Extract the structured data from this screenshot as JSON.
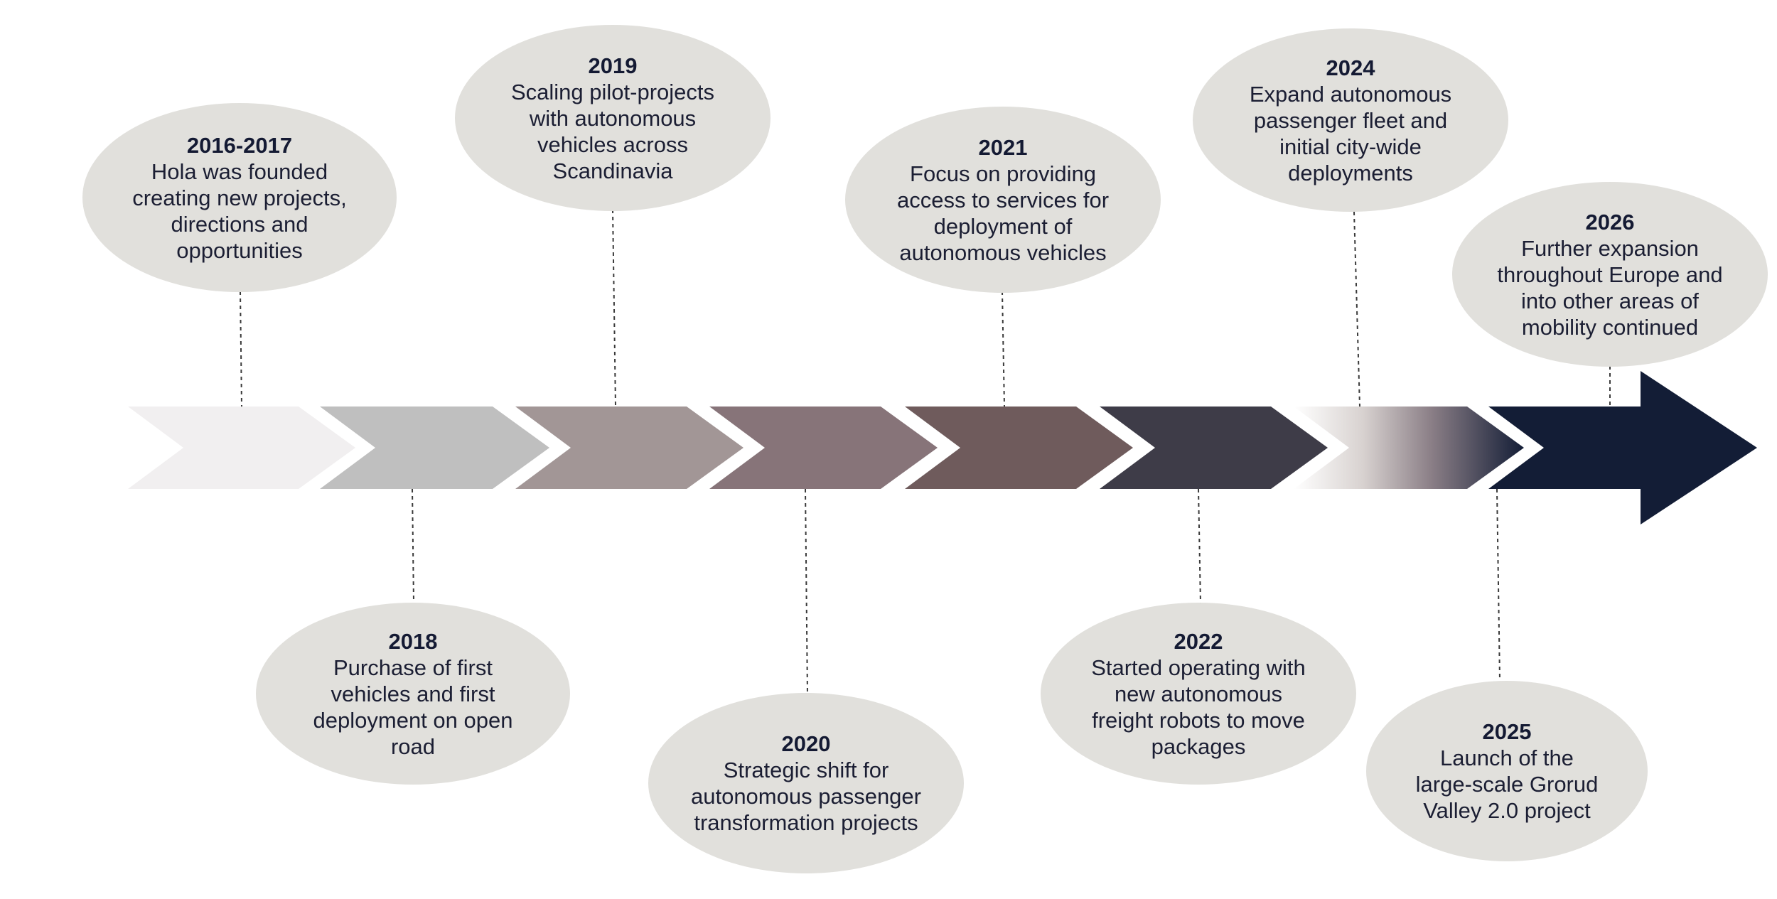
{
  "timeline": {
    "colors": {
      "bubble": "#e1e0dc",
      "text": "#1b1e33",
      "chevrons": [
        "#f1eff0",
        "#bfbfbf",
        "#a29696",
        "#877479",
        "#6f5b5c",
        "#3e3c48",
        "#d8d2d0",
        "#131d36"
      ]
    },
    "milestones": [
      {
        "id": "m2016",
        "year": "2016-2017",
        "lines": [
          "Hola was founded",
          "creating new projects,",
          "directions and",
          "opportunities"
        ]
      },
      {
        "id": "m2018",
        "year": "2018",
        "lines": [
          "Purchase of first",
          "vehicles and first",
          "deployment on open",
          "road"
        ]
      },
      {
        "id": "m2019",
        "year": "2019",
        "lines": [
          "Scaling pilot-projects",
          "with autonomous",
          "vehicles across",
          "Scandinavia"
        ]
      },
      {
        "id": "m2020",
        "year": "2020",
        "lines": [
          "Strategic shift for",
          "autonomous passenger",
          "transformation projects"
        ]
      },
      {
        "id": "m2021",
        "year": "2021",
        "lines": [
          "Focus on providing",
          "access to services for",
          "deployment of",
          "autonomous vehicles"
        ]
      },
      {
        "id": "m2022",
        "year": "2022",
        "lines": [
          "Started operating with",
          "new autonomous",
          "freight robots to move",
          "packages"
        ]
      },
      {
        "id": "m2024",
        "year": "2024",
        "lines": [
          "Expand autonomous",
          "passenger fleet and",
          "initial city-wide",
          "deployments"
        ]
      },
      {
        "id": "m2025",
        "year": "2025",
        "lines": [
          "Launch of the",
          "large-scale Grorud",
          "Valley 2.0 project"
        ]
      },
      {
        "id": "m2026",
        "year": "2026",
        "lines": [
          "Further expansion",
          "throughout Europe and",
          "into other areas of",
          "mobility continued"
        ]
      }
    ]
  }
}
